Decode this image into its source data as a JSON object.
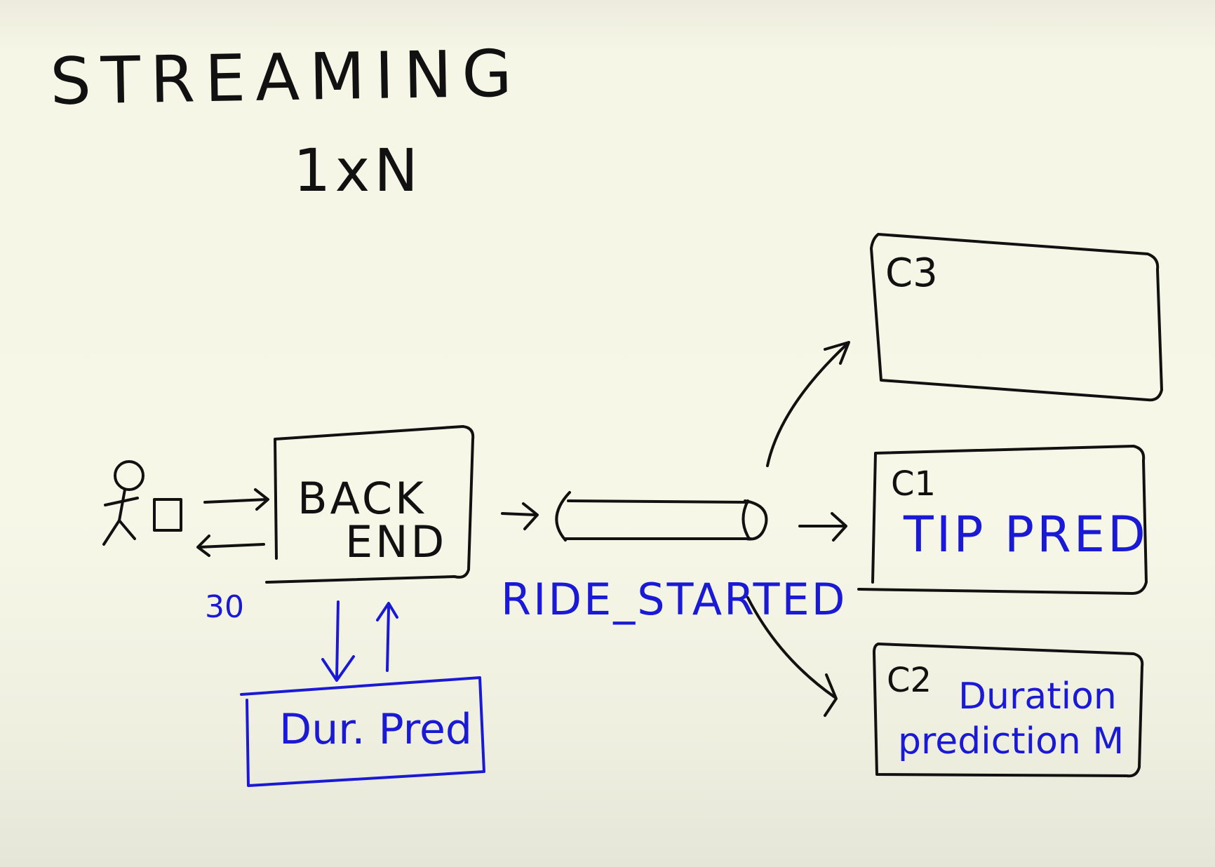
{
  "title": "STREAMING",
  "subtitle": "1xN",
  "backend": {
    "line1": "BACK",
    "line2": "END"
  },
  "latency_label": "30",
  "duration_service": "Dur. Pred",
  "stream_name": "RIDE_STARTED",
  "consumers": [
    {
      "id": "C3",
      "description": ""
    },
    {
      "id": "C1",
      "description": "TIP PRED"
    },
    {
      "id": "C2",
      "description_line1": "Duration",
      "description_line2": "prediction M"
    }
  ],
  "colors": {
    "black_ink": "#111111",
    "blue_ink": "#1a1ad6",
    "background": "#f7f7e8"
  }
}
